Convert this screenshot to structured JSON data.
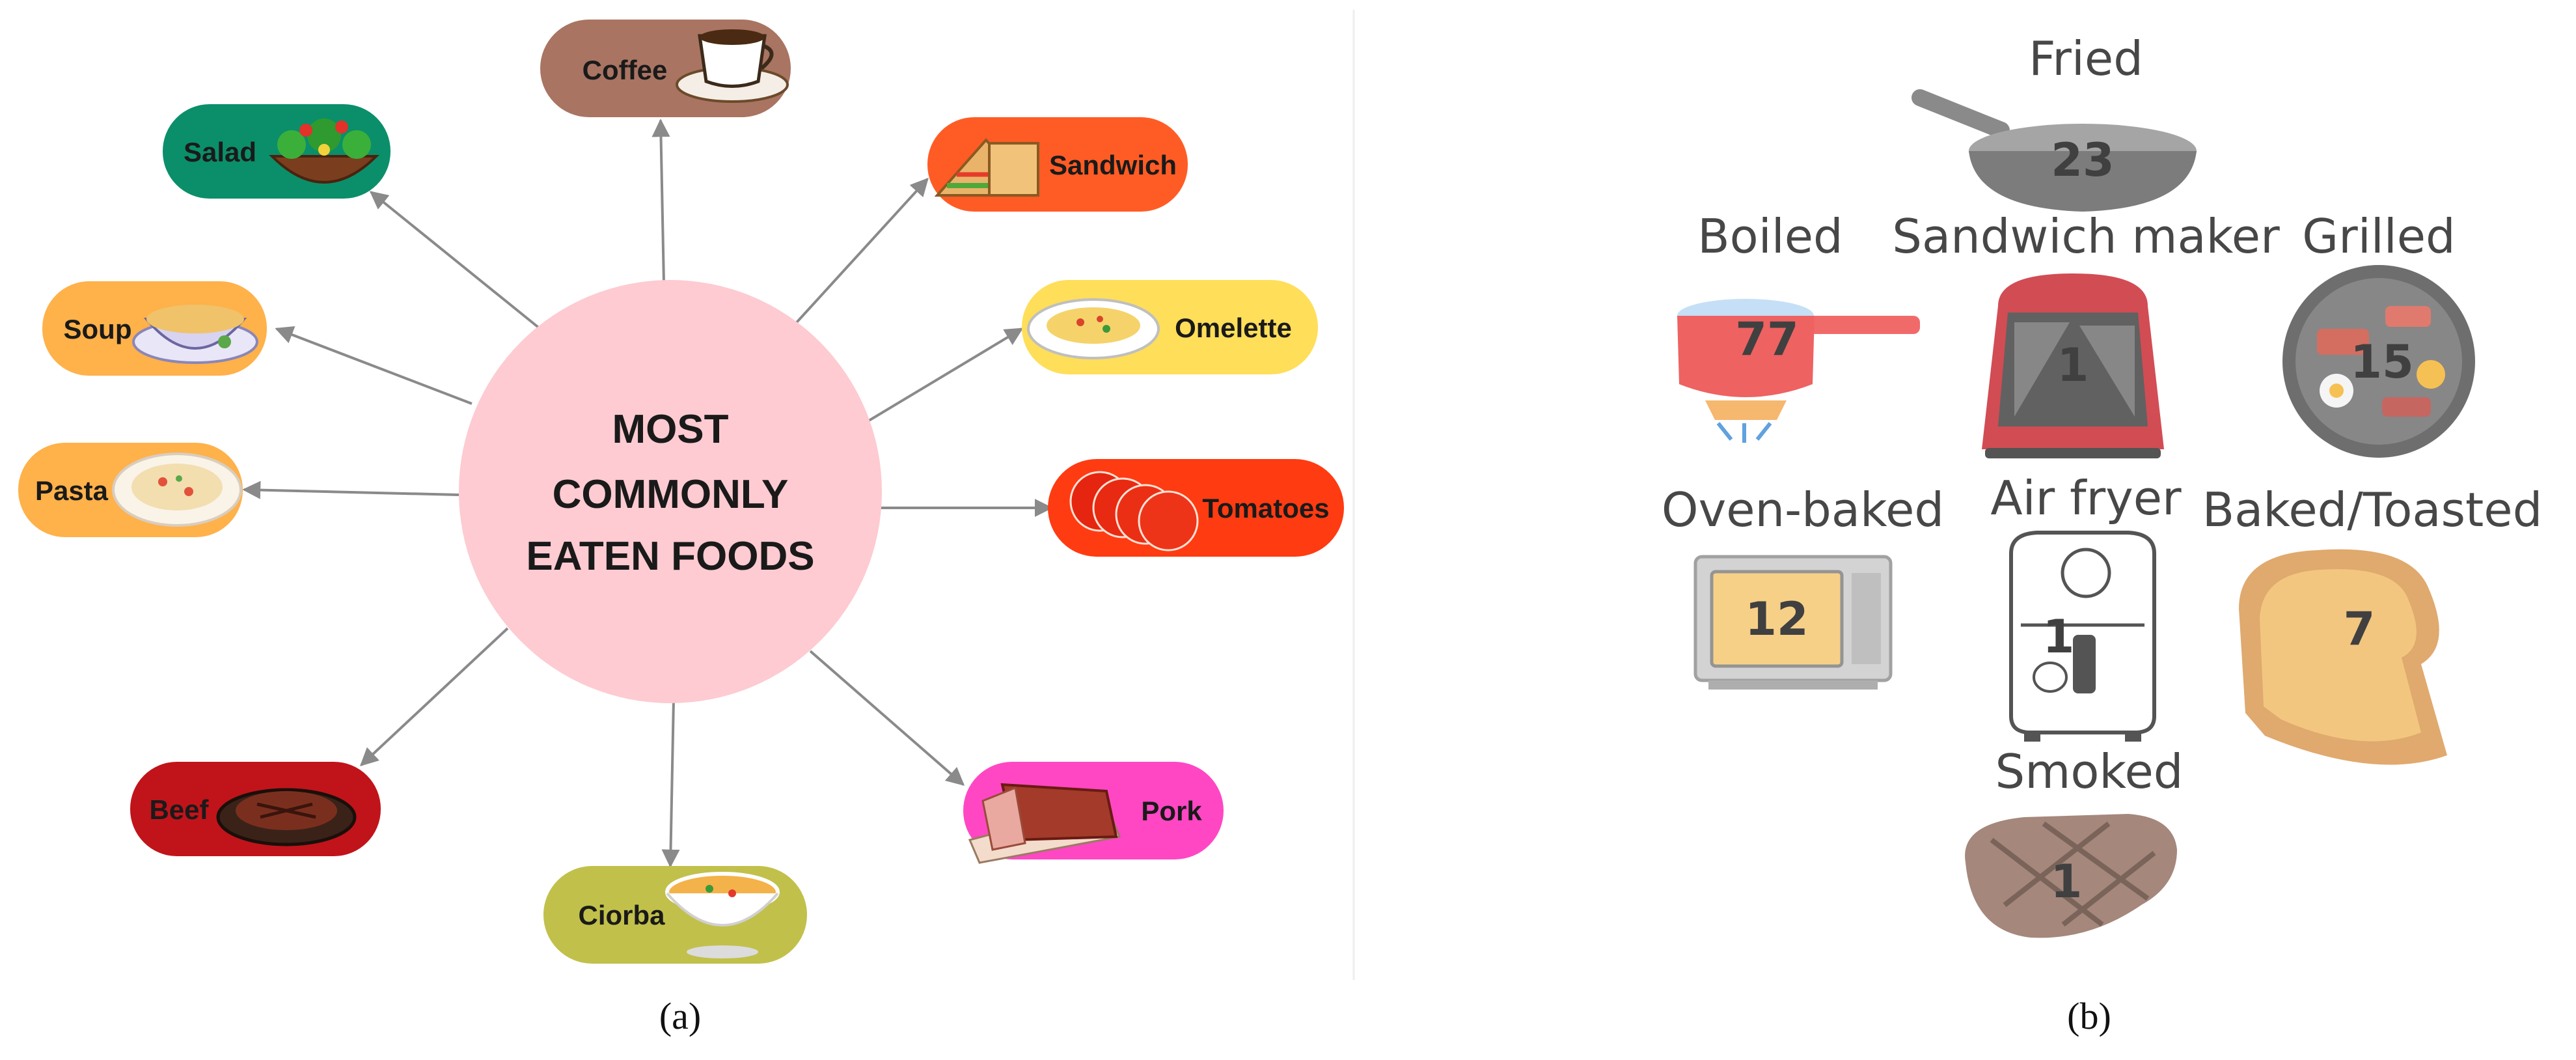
{
  "panel_a": {
    "center": {
      "line1": "MOST",
      "line2": "COMMONLY",
      "line3": "EATEN FOODS"
    },
    "foods": [
      {
        "key": "coffee",
        "label": "Coffee",
        "color": "#a97462",
        "icon": "coffee-cup-icon"
      },
      {
        "key": "sandwich",
        "label": "Sandwich",
        "color": "#ff5c25",
        "icon": "sandwich-icon"
      },
      {
        "key": "omelette",
        "label": "Omelette",
        "color": "#ffde59",
        "icon": "omelette-plate-icon"
      },
      {
        "key": "tomatoes",
        "label": "Tomatoes",
        "color": "#ff3b12",
        "icon": "tomato-slices-icon"
      },
      {
        "key": "pork",
        "label": "Pork",
        "color": "#ff47c4",
        "icon": "pork-roast-icon"
      },
      {
        "key": "ciorba",
        "label": "Ciorba",
        "color": "#c1c04a",
        "icon": "soup-bowl-icon"
      },
      {
        "key": "beef",
        "label": "Beef",
        "color": "#c0141a",
        "icon": "steak-platter-icon"
      },
      {
        "key": "pasta",
        "label": "Pasta",
        "color": "#ffb14a",
        "icon": "pasta-plate-icon"
      },
      {
        "key": "soup",
        "label": "Soup",
        "color": "#ffb14a",
        "icon": "soup-plate-icon"
      },
      {
        "key": "salad",
        "label": "Salad",
        "color": "#0a8f6a",
        "icon": "salad-bowl-icon"
      }
    ],
    "caption": "(a)"
  },
  "panel_b": {
    "methods": [
      {
        "key": "fried",
        "label": "Fried",
        "count": "23",
        "icon": "frying-pan-icon"
      },
      {
        "key": "boiled",
        "label": "Boiled",
        "count": "77",
        "icon": "boiling-pot-icon"
      },
      {
        "key": "sandwich",
        "label": "Sandwich maker",
        "count": "1",
        "icon": "sandwich-maker-icon"
      },
      {
        "key": "grilled",
        "label": "Grilled",
        "count": "15",
        "icon": "grill-icon"
      },
      {
        "key": "oven",
        "label": "Oven-baked",
        "count": "12",
        "icon": "oven-icon"
      },
      {
        "key": "airfryer",
        "label": "Air fryer",
        "count": "1",
        "icon": "air-fryer-icon"
      },
      {
        "key": "toasted",
        "label": "Baked/Toasted",
        "count": "7",
        "icon": "toast-slice-icon"
      },
      {
        "key": "smoked",
        "label": "Smoked",
        "count": "1",
        "icon": "smoked-steak-icon"
      }
    ],
    "caption": "(b)"
  }
}
